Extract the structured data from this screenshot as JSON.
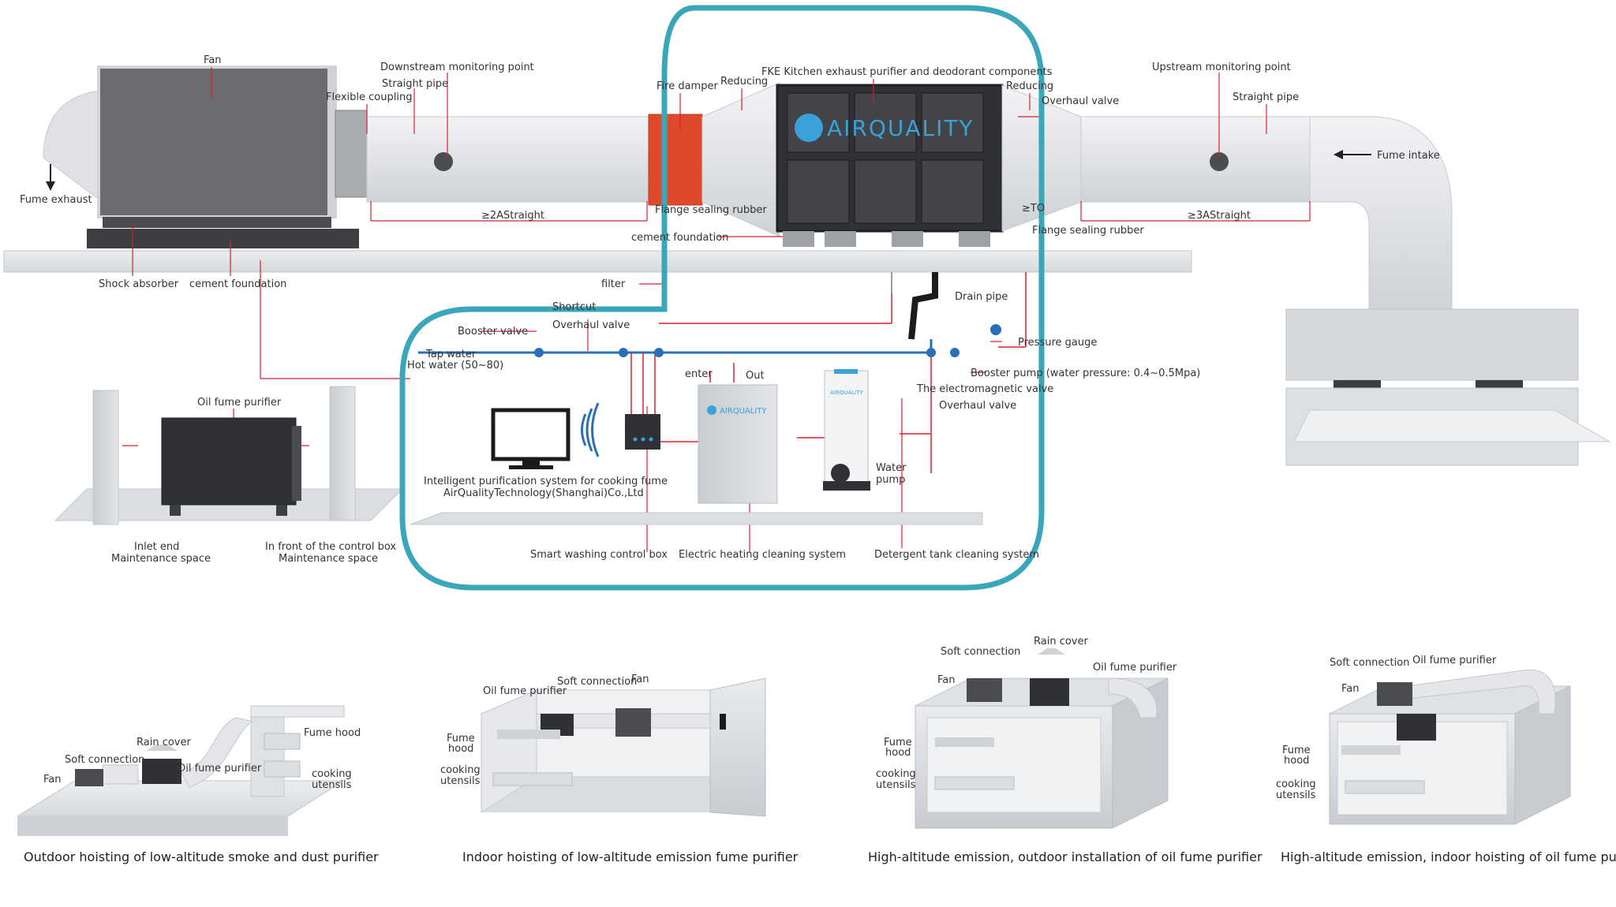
{
  "brand": {
    "logo_text": "AIRQUALITY",
    "small_logo_text": "AIRQUALITY"
  },
  "colors": {
    "highlight": "#3aa6b9",
    "leader": "#d8202a",
    "pipe_blue": "#2a6fb8",
    "damper": "#e04a2c",
    "duct": "#e2e4e7",
    "unit_dark": "#2f3134"
  },
  "labels": {
    "fan": "Fan",
    "fume_exhaust": "Fume exhaust",
    "downstream_monitoring_point": "Downstream monitoring point",
    "straight_pipe_left": "Straight pipe",
    "flexible_coupling": "Flexible coupling",
    "fire_damper": "Fire damper",
    "reducing_left": "Reducing",
    "fke_components": "FKE Kitchen exhaust purifier and deodorant components",
    "reducing_right": "Reducing",
    "overhaul_valve_top": "Overhaul valve",
    "upstream_monitoring_point": "Upstream monitoring point",
    "straight_pipe_right": "Straight pipe",
    "fume_intake": "Fume intake",
    "straight_2a": "≥2AStraight",
    "straight_3a": "≥3AStraight",
    "flange_sealing_rubber_left": "Flange sealing rubber",
    "flange_sealing_rubber_right": "Flange sealing rubber",
    "ge_mark": "≥TO",
    "cement_foundation_top": "cement foundation",
    "shock_absorber": "Shock absorber",
    "cement_foundation_left": "cement foundation",
    "filter": "filter",
    "shortcut": "Shortcut",
    "drain_pipe": "Drain pipe",
    "booster_valve": "Booster valve",
    "overhaul_valve_mid": "Overhaul valve",
    "pressure_gauge": "Pressure gauge",
    "tap_water": "Tap water",
    "hot_water": "Hot water (50~80)",
    "enter": "enter",
    "out": "Out",
    "booster_pump": "Booster pump (water pressure: 0.4~0.5Mpa)",
    "electromagnetic_valve": "The electromagnetic valve",
    "overhaul_valve_low": "Overhaul valve",
    "intelligent_system": "Intelligent purification system for cooking fume",
    "company": "AirQualityTechnology(Shanghai)Co.,Ltd",
    "water_pump_1": "Water",
    "water_pump_2": "pump",
    "smart_washing_box": "Smart washing control box",
    "electric_heating": "Electric heating cleaning system",
    "detergent_tank": "Detergent tank cleaning system",
    "oil_fume_purifier": "Oil fume purifier",
    "inlet_end_1": "Inlet end",
    "inlet_end_2": "Maintenance space",
    "front_control_1": "In front of the control box",
    "front_control_2": "Maintenance space"
  },
  "scenes": [
    {
      "caption": "Outdoor hoisting of low-altitude smoke and dust purifier",
      "labels": {
        "rain_cover": "Rain cover",
        "soft_connection": "Soft connection",
        "oil_fume_purifier": "Oil fume purifier",
        "fume_hood": "Fume hood",
        "cooking_utensils_1": "cooking",
        "cooking_utensils_2": "utensils",
        "fan": "Fan"
      }
    },
    {
      "caption": "Indoor hoisting of low-altitude emission fume purifier",
      "labels": {
        "oil_fume_purifier": "Oil fume purifier",
        "soft_connection": "Soft connection",
        "fan": "Fan",
        "fume_hood_1": "Fume",
        "fume_hood_2": "hood",
        "cooking_utensils_1": "cooking",
        "cooking_utensils_2": "utensils"
      }
    },
    {
      "caption": "High-altitude emission, outdoor installation of oil fume purifier",
      "labels": {
        "rain_cover": "Rain cover",
        "soft_connection": "Soft connection",
        "oil_fume_purifier": "Oil fume purifier",
        "fan": "Fan",
        "fume_hood_1": "Fume",
        "fume_hood_2": "hood",
        "cooking_utensils_1": "cooking",
        "cooking_utensils_2": "utensils"
      }
    },
    {
      "caption": "High-altitude emission, indoor hoisting of oil fume purifier",
      "labels": {
        "soft_connection": "Soft connection",
        "oil_fume_purifier": "Oil fume purifier",
        "fan": "Fan",
        "fume_hood_1": "Fume",
        "fume_hood_2": "hood",
        "cooking_utensils_1": "cooking",
        "cooking_utensils_2": "utensils"
      }
    }
  ]
}
